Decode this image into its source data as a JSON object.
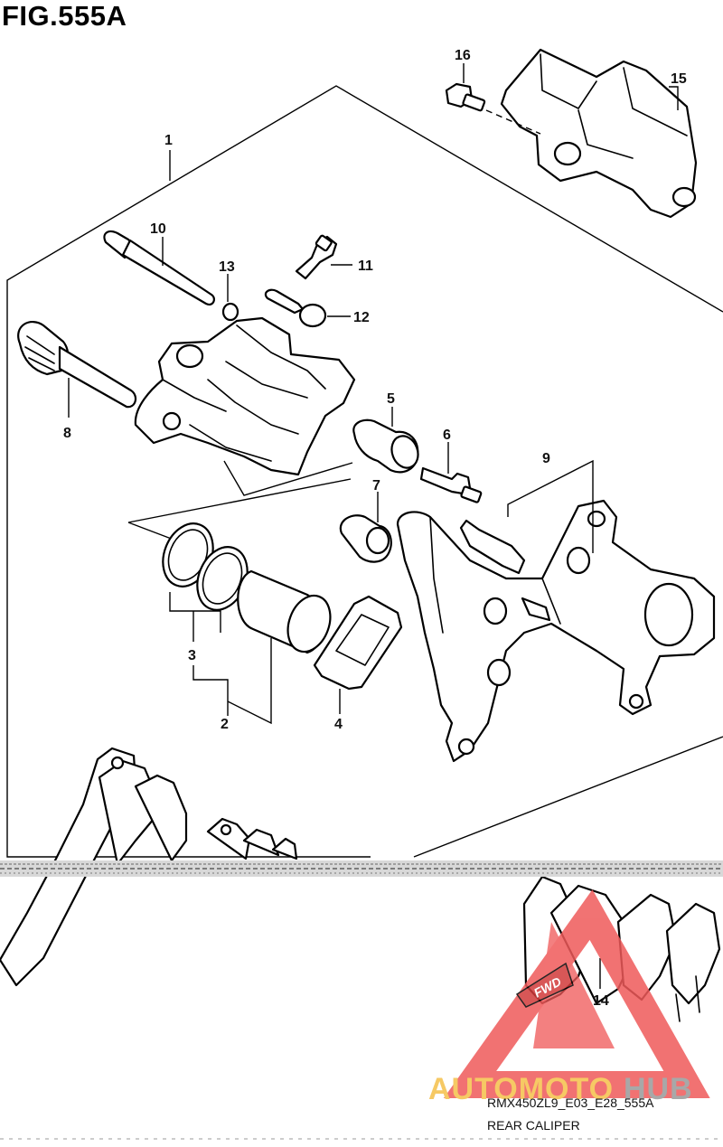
{
  "figure": {
    "title": "FIG.555A",
    "model_code": "RMX450ZL9_E03_E28_555A",
    "assembly_name": "REAR CALIPER"
  },
  "callouts": [
    "1",
    "2",
    "3",
    "4",
    "5",
    "6",
    "7",
    "8",
    "9",
    "10",
    "11",
    "12",
    "13",
    "14",
    "15",
    "16"
  ],
  "direction_badge": "FWD",
  "watermark": {
    "brand_part1": "AUTOMOTO",
    "brand_part2": "HUB",
    "colors": {
      "triangle": "#ef5a5a",
      "part1": "#f5c04a",
      "part2": "#9a9a9a"
    }
  }
}
